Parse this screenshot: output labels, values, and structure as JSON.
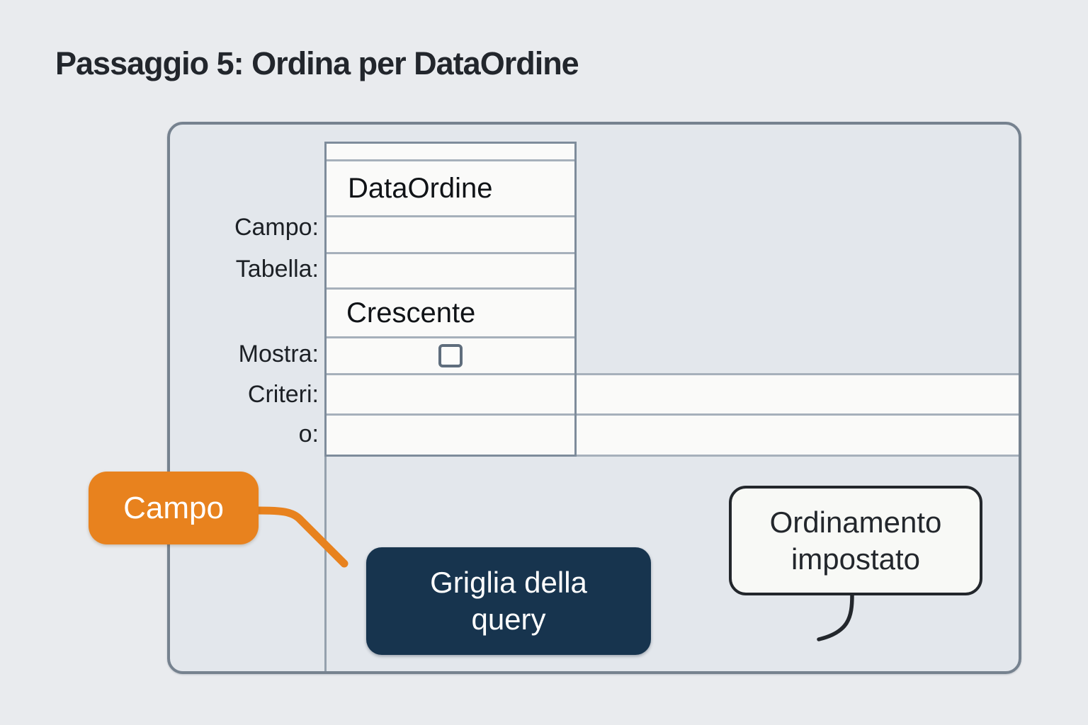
{
  "page": {
    "title": "Passaggio 5: Ordina per DataOrdine"
  },
  "query_grid": {
    "row_labels": [
      {
        "label": "Campo:"
      },
      {
        "label": "Tabella:"
      },
      {
        "label": "Mostra:"
      },
      {
        "label": "Criteri:"
      },
      {
        "label": "o:"
      }
    ],
    "column": {
      "field": "DataOrdine",
      "sort": "Crescente",
      "show_checkbox_checked": false
    }
  },
  "callouts": {
    "campo": {
      "label": "Campo"
    },
    "grid": {
      "line1": "Griglia della",
      "line2": "query"
    },
    "sort": {
      "line1": "Ordinamento",
      "line2": "impostato"
    }
  },
  "colors": {
    "accent_orange": "#e8821e",
    "navy": "#17344e",
    "callout_ink": "#23272c",
    "panel_bg": "#e3e7ec",
    "panel_border": "#76828f",
    "cell_bg": "#fafaf9",
    "grid_line": "#a6b0bb",
    "grid_border": "#7e8c9b"
  }
}
